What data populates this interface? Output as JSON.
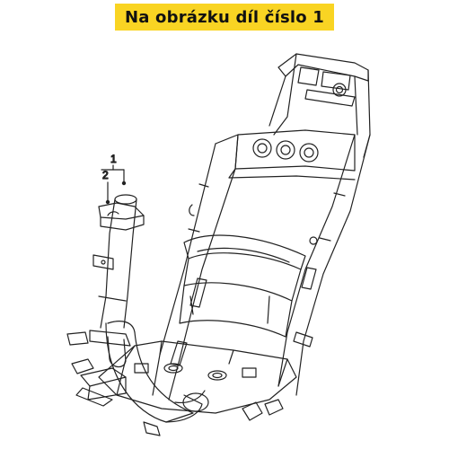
{
  "header": {
    "title": "Na obrázku díl číslo 1"
  },
  "diagram": {
    "callouts": [
      {
        "number": "1",
        "part": "frame"
      },
      {
        "number": "2",
        "part": "steering-tube-bracket"
      }
    ],
    "colors": {
      "banner": "#f9d423",
      "line": "#222222"
    }
  }
}
